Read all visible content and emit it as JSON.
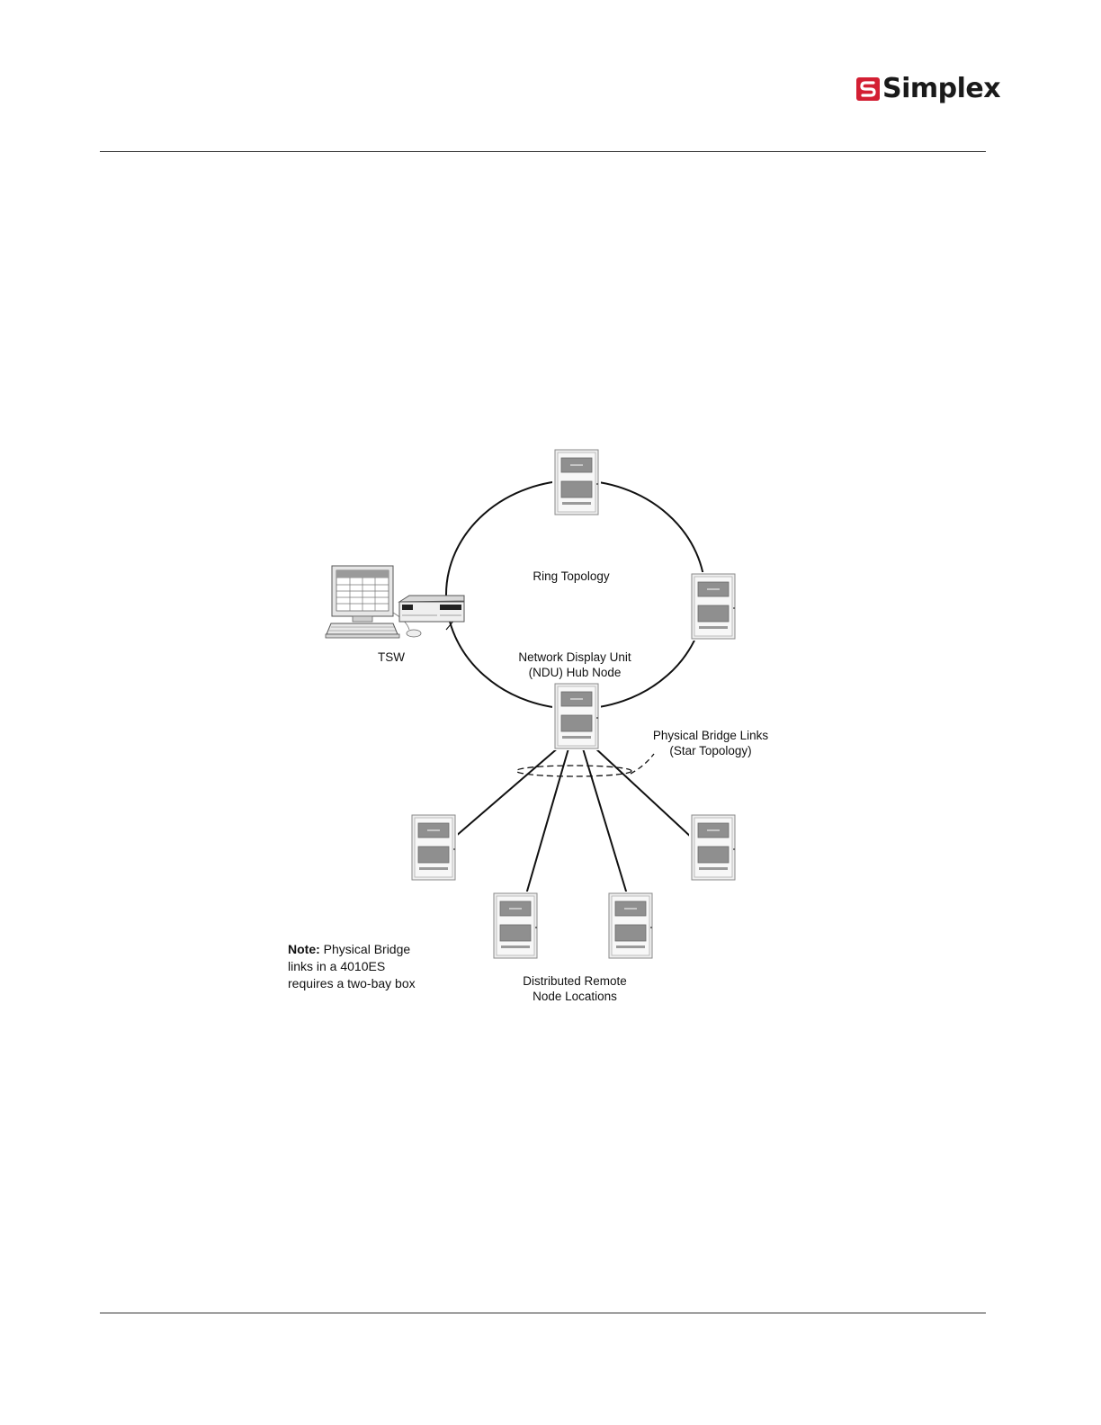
{
  "header": {
    "logo_text": "Simplex"
  },
  "diagram": {
    "ring_label": "Ring Topology",
    "tsw_label": "TSW",
    "hub_label_line1": "Network Display Unit",
    "hub_label_line2": "(NDU) Hub Node",
    "bridge_label_line1": "Physical Bridge Links",
    "bridge_label_line2": "(Star Topology)",
    "remote_label_line1": "Distributed Remote",
    "remote_label_line2": "Node Locations",
    "note_bold": "Note:",
    "note_line1": " Physical Bridge",
    "note_line2": "links in a 4010ES",
    "note_line3": "requires a two-bay box"
  },
  "colors": {
    "brand_red": "#d31f33",
    "line": "#111111",
    "cabinet": "#ececec",
    "panel": "#8c8c8c"
  }
}
